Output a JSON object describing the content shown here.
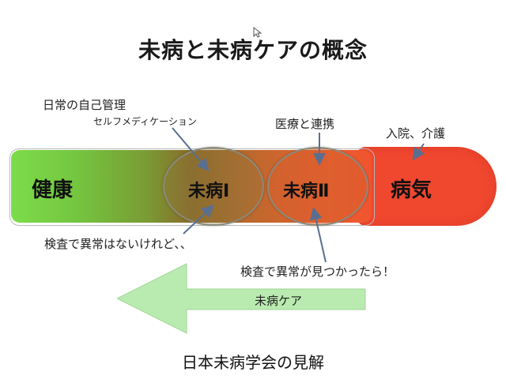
{
  "title": "未病と未病ケアの概念",
  "labels": {
    "daily_self": "日常の自己管理",
    "self_medication": "セルフメディケーション",
    "medical": "医療と連携",
    "hospital_care": "入院、介護",
    "no_abnormal": "検査で異常はないけれど、、",
    "found_abnormal": "検査で異常が見つかったら！"
  },
  "stages": {
    "health": "健康",
    "mibyo1": "未病Ⅰ",
    "mibyo2": "未病Ⅱ",
    "illness": "病気"
  },
  "care_arrow_label": "未病ケア",
  "caption": "日本未病学会の見解",
  "colors": {
    "health_green": "#7ddc4a",
    "illness_red": "#f0472f",
    "care_arrow": "#b9ebb0"
  },
  "icons": {
    "cursor": "mouse-cursor-icon"
  }
}
